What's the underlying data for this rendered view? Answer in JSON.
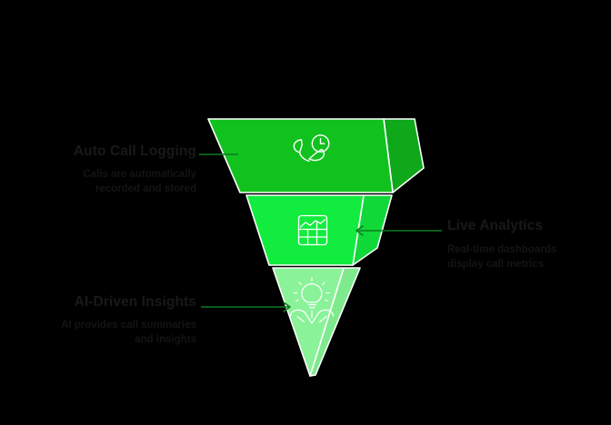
{
  "diagram": {
    "type": "inverted-3d-funnel",
    "background_color": "#000000",
    "segment_count": 3,
    "segments": [
      {
        "id": "auto-call-logging",
        "order": 1,
        "icon": "phone-clock-icon",
        "face_color": "#11c21e",
        "side_color": "#0ea81a",
        "edge_color": "#ffffff",
        "label": {
          "title": "Auto Call Logging",
          "description": "Calls are automatically recorded and stored",
          "description_line_1": "Calls are automatically",
          "description_line_2": "recorded and stored",
          "side": "left",
          "connector_color": "#0d7a20",
          "connector_arrow": "none"
        }
      },
      {
        "id": "live-analytics",
        "order": 2,
        "icon": "bar-chart-grid-icon",
        "face_color": "#12ec3e",
        "side_color": "#10d838",
        "edge_color": "#ffffff",
        "label": {
          "title": "Live Analytics",
          "description": "Real-time dashboards display call metrics",
          "description_line_1": "Real-time dashboards",
          "description_line_2": "display call metrics",
          "side": "right",
          "connector_color": "#0d7a20",
          "connector_arrow": "left"
        }
      },
      {
        "id": "ai-driven-insights",
        "order": 3,
        "icon": "lightbulb-network-icon",
        "face_color": "#8af298",
        "side_color": "#7eea8d",
        "edge_color": "#ffffff",
        "label": {
          "title": "AI-Driven Insights",
          "description": "AI provides call summaries and insights",
          "description_line_1": "AI provides call summaries",
          "description_line_2": "and insights",
          "side": "left",
          "connector_color": "#0d7a20",
          "connector_arrow": "right"
        }
      }
    ],
    "colors": {
      "background": "#000000",
      "title_text": "#191919",
      "description_text": "#141414",
      "connector_line": "#0d7a20",
      "icon_stroke": "#ffffff",
      "segment_1": "#11c21e",
      "segment_2": "#12ec3e",
      "segment_3": "#8af298"
    }
  }
}
